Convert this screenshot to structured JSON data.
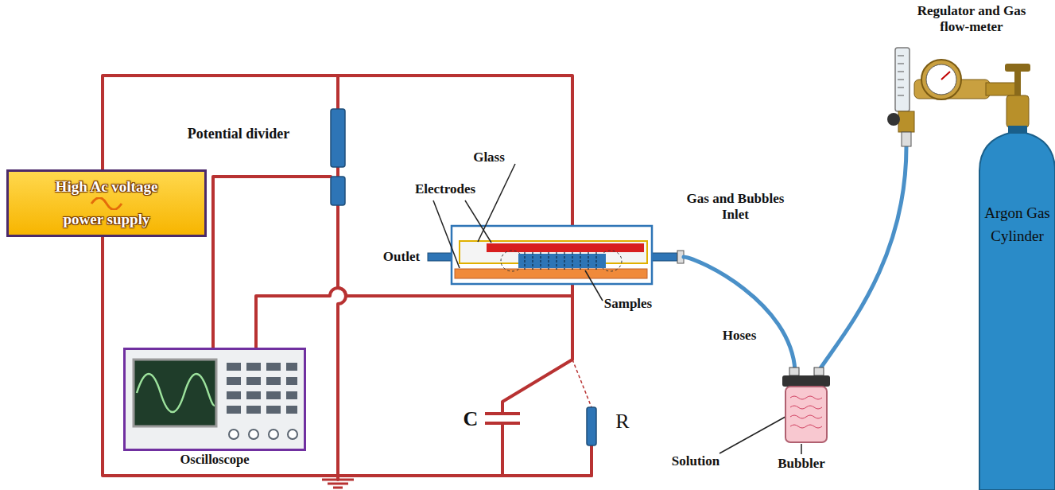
{
  "diagram": {
    "nodes": [
      {
        "text": [
          "High Ac voltage",
          "power supply"
        ]
      },
      {
        "text": [
          "Oscilloscope"
        ]
      },
      {
        "text": [
          "Argon Gas Cylinder"
        ]
      }
    ],
    "labels": [
      "Regulator and Gas flow-meter",
      "Potential divider",
      "Glass",
      "Electrodes",
      "Gas and Bubbles Inlet",
      "Outlet",
      "Samples",
      "Hoses",
      "Solution",
      "Bubbler",
      "C",
      "R"
    ]
  }
}
